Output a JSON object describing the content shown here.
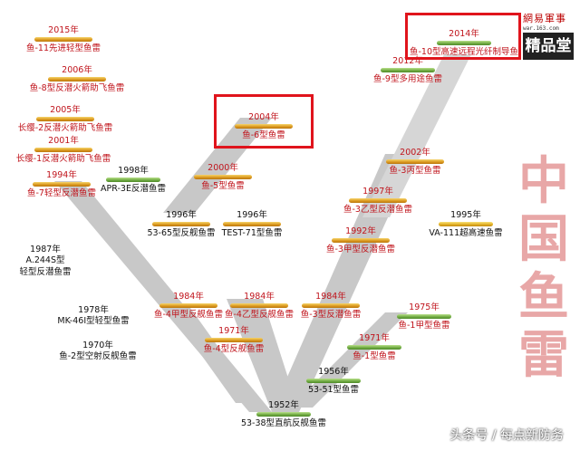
{
  "title_chars": [
    "中",
    "国",
    "鱼",
    "雷"
  ],
  "logo": {
    "brand": "網易軍事",
    "url": "war.163.com",
    "mark": "精品堂"
  },
  "credit": "头条号 / 每点新防务",
  "colors": {
    "red": "#c0141c",
    "orange": "#e0a020",
    "green": "#6ea840",
    "band": "#c8c8c8",
    "highlight": "#e0141c"
  },
  "torpedoes": [
    {
      "id": "yu11",
      "year": "2015年",
      "name": "鱼-11先进轻型鱼雷",
      "color": "orange",
      "red": true
    },
    {
      "id": "yu8",
      "year": "2006年",
      "name": "鱼-8型反潜火箭助飞鱼雷",
      "color": "orange",
      "red": true
    },
    {
      "id": "cz2",
      "year": "2005年",
      "name": "长缨-2反潜火箭助飞鱼雷",
      "color": "orange",
      "red": true
    },
    {
      "id": "cz1",
      "year": "2001年",
      "name": "长缨-1反潜火箭助飞鱼雷",
      "color": "orange",
      "red": true
    },
    {
      "id": "yu7",
      "year": "1994年",
      "name": "鱼-7轻型反潜鱼雷",
      "color": "orange",
      "red": true
    },
    {
      "id": "apr3e",
      "year": "1998年",
      "name": "APR-3E反潜鱼雷",
      "color": "green",
      "red": false
    },
    {
      "id": "a244",
      "year": "1987年",
      "name": "A.244S型",
      "name2": "轻型反潜鱼雷",
      "color": "none",
      "red": false
    },
    {
      "id": "mk46",
      "year": "1978年",
      "name": "MK-46I型轻型鱼雷",
      "color": "none",
      "red": false
    },
    {
      "id": "yu2",
      "year": "1970年",
      "name": "鱼-2型空射反舰鱼雷",
      "color": "none",
      "red": false
    },
    {
      "id": "yu10",
      "year": "2014年",
      "name": "鱼-10型高速远程光纤制导鱼",
      "color": "green",
      "red": true
    },
    {
      "id": "yu9",
      "year": "2012年",
      "name": "鱼-9型多用途鱼雷",
      "color": "green",
      "red": true
    },
    {
      "id": "yu6",
      "year": "2004年",
      "name": "鱼-6型鱼雷",
      "color": "orange",
      "red": true
    },
    {
      "id": "yu5",
      "year": "2000年",
      "name": "鱼-5型鱼雷",
      "color": "orange",
      "red": true
    },
    {
      "id": "t5365",
      "year": "1996年",
      "name": "53-65型反舰鱼雷",
      "color": "orange",
      "red": false
    },
    {
      "id": "test71",
      "year": "1996年",
      "name": "TEST-71型鱼雷",
      "color": "orange",
      "red": false
    },
    {
      "id": "yu3",
      "year": "2002年",
      "name": "鱼-3丙型鱼雷",
      "color": "orange",
      "red": true
    },
    {
      "id": "yu3yi",
      "year": "1997年",
      "name": "鱼-3乙型反潜鱼雷",
      "color": "orange",
      "red": true
    },
    {
      "id": "yu3jia",
      "year": "1992年",
      "name": "鱼-3甲型反潜鱼雷",
      "color": "orange",
      "red": true
    },
    {
      "id": "va111",
      "year": "1995年",
      "name": "VA-111超高速鱼雷",
      "color": "yellow",
      "red": false
    },
    {
      "id": "yu4jia",
      "year": "1984年",
      "name": "鱼-4甲型反舰鱼雷",
      "color": "orange",
      "red": true
    },
    {
      "id": "yu4yi",
      "year": "1984年",
      "name": "鱼-4乙型反舰鱼雷",
      "color": "orange",
      "red": true
    },
    {
      "id": "yu3sub",
      "year": "1984年",
      "name": "鱼-3型反潜鱼雷",
      "color": "orange",
      "red": true
    },
    {
      "id": "yu4",
      "year": "1971年",
      "name": "鱼-4型反舰鱼雷",
      "color": "orange",
      "red": true
    },
    {
      "id": "yu1jia",
      "year": "1975年",
      "name": "鱼-1甲型鱼雷",
      "color": "green",
      "red": true
    },
    {
      "id": "yu1",
      "year": "1971年",
      "name": "鱼-1型鱼雷",
      "color": "green",
      "red": true
    },
    {
      "id": "t5351",
      "year": "1956年",
      "name": "53-51型鱼雷",
      "color": "green",
      "red": false
    },
    {
      "id": "t5338",
      "year": "1952年",
      "name": "53-38型直航反舰鱼雷",
      "color": "green",
      "red": false
    }
  ]
}
